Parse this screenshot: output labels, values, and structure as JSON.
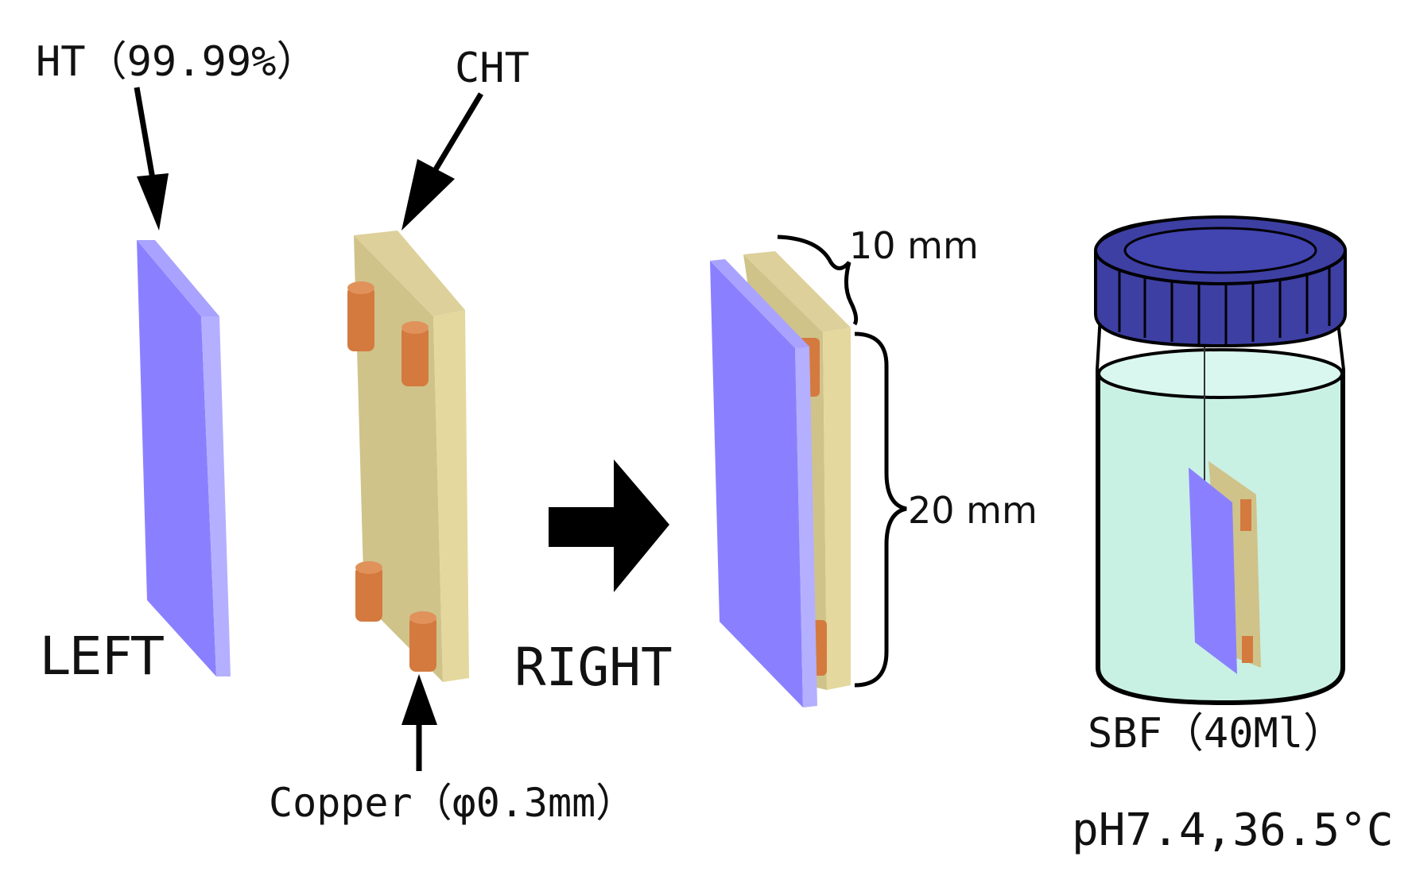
{
  "labels": {
    "ht": "HT（99.99%）",
    "cht": "CHT",
    "left": "LEFT",
    "right": "RIGHT",
    "copper": "Copper（φ0.3mm）",
    "width": "10 mm",
    "height": "20 mm",
    "sbf": "SBF（40Ml）",
    "conditions": "pH7.4,36.5°C"
  },
  "colors": {
    "ht_face": "#8a80ff",
    "ht_edge": "#b4b0ff",
    "cht_face": "#cfc38a",
    "cht_edge": "#e4d89e",
    "copper": "#d47a3f",
    "cap": "#3d3fa3",
    "liquid": "#c8f1e4",
    "outline": "#000000"
  }
}
